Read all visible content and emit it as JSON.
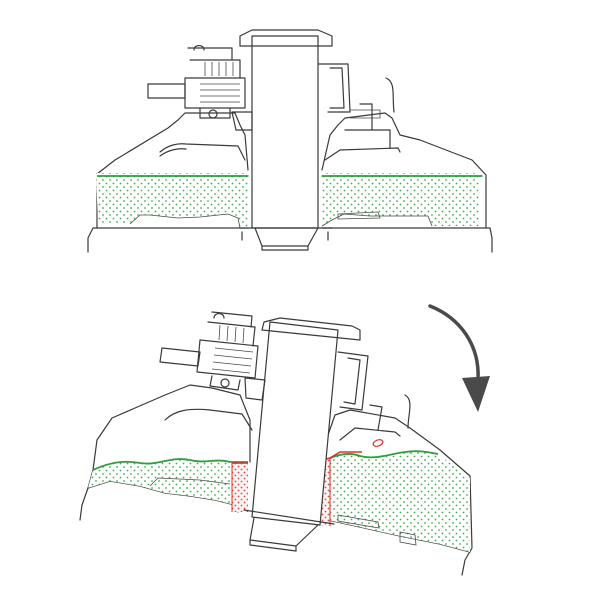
{
  "figure": {
    "kind": "technical-cross-section",
    "panels": [
      {
        "id": "level",
        "state": "upright"
      },
      {
        "id": "tilted",
        "state": "tilted",
        "rotation_arrow": "clockwise"
      }
    ]
  },
  "colors": {
    "outline": "#3a3a3a",
    "fill_surface": "#2e9e3e",
    "fill_dots": "#3fae4f",
    "seal_gap": "#e0302a",
    "seal_dots": "#e04a44",
    "arrow": "#4a4a4a",
    "background": "#ffffff"
  },
  "icons": {
    "rotation": "curved-arrow-clockwise-icon"
  }
}
